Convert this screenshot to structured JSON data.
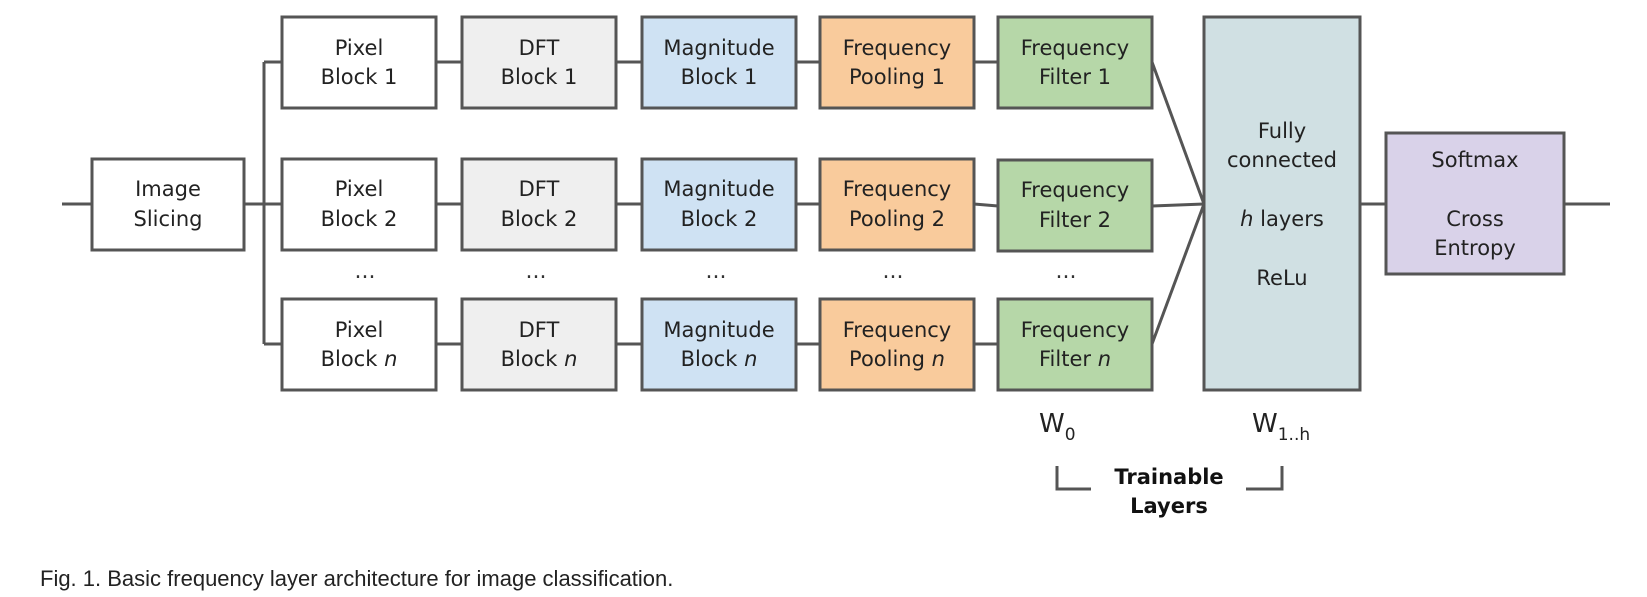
{
  "colors": {
    "pixel": "#ffffff",
    "dft": "#efefef",
    "magnitude": "#cfe2f3",
    "pooling": "#f9cb9c",
    "filter": "#b6d7a8",
    "fc": "#d0e0e3",
    "softmax": "#d9d2e9",
    "stroke": "#555555"
  },
  "input_box": {
    "line1": "Image",
    "line2": "Slicing"
  },
  "rows": [
    {
      "pixel": {
        "line1": "Pixel",
        "line2": "Block",
        "idx": "1"
      },
      "dft": {
        "line1": "DFT",
        "line2": "Block",
        "idx": "1"
      },
      "magnitude": {
        "line1": "Magnitude",
        "line2": "Block",
        "idx": "1"
      },
      "pooling": {
        "line1": "Frequency",
        "line2": "Pooling",
        "idx": "1"
      },
      "filter": {
        "line1": "Frequency",
        "line2": "Filter",
        "idx": "1"
      }
    },
    {
      "pixel": {
        "line1": "Pixel",
        "line2": "Block",
        "idx": "2"
      },
      "dft": {
        "line1": "DFT",
        "line2": "Block",
        "idx": "2"
      },
      "magnitude": {
        "line1": "Magnitude",
        "line2": "Block",
        "idx": "2"
      },
      "pooling": {
        "line1": "Frequency",
        "line2": "Pooling",
        "idx": "2"
      },
      "filter": {
        "line1": "Frequency",
        "line2": "Filter",
        "idx": "2"
      }
    },
    {
      "pixel": {
        "line1": "Pixel",
        "line2": "Block",
        "idx": "n"
      },
      "dft": {
        "line1": "DFT",
        "line2": "Block",
        "idx": "n"
      },
      "magnitude": {
        "line1": "Magnitude",
        "line2": "Block",
        "idx": "n"
      },
      "pooling": {
        "line1": "Frequency",
        "line2": "Pooling",
        "idx": "n"
      },
      "filter": {
        "line1": "Frequency",
        "line2": "Filter",
        "idx": "n"
      }
    }
  ],
  "ellipsis": "...",
  "fc_box": {
    "line1": "Fully",
    "line2": "connected",
    "h": "h",
    "layers": "layers",
    "activation": "ReLu"
  },
  "softmax_box": {
    "line1": "Softmax",
    "line2": "Cross",
    "line3": "Entropy"
  },
  "weights": {
    "w0_main": "W",
    "w0_sub": "0",
    "w1_main": "W",
    "w1_sub": "1..h"
  },
  "trainable": {
    "line1": "Trainable",
    "line2": "Layers"
  },
  "caption": "Fig. 1. Basic frequency layer architecture for image classification."
}
